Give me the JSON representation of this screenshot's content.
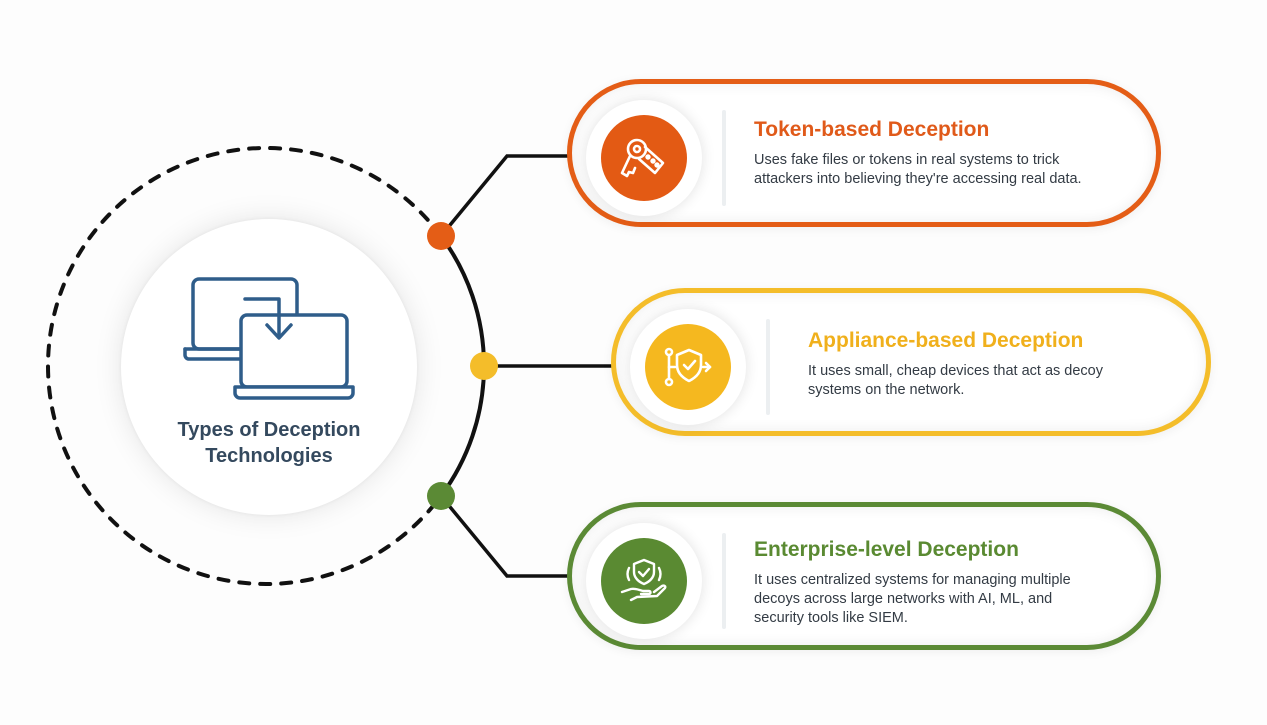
{
  "hub": {
    "title_line1": "Types of Deception",
    "title_line2": "Technologies",
    "icon": "laptop-transfer-icon"
  },
  "colors": {
    "token": "#e45d16",
    "appliance": "#f4bd2a",
    "enterprise": "#5b8a35",
    "hub_text": "#34495e",
    "connector": "#111111"
  },
  "items": [
    {
      "title": "Token-based Deception",
      "description": "Uses fake files or tokens in real systems to trick attackers into believing they're accessing real data.",
      "icon": "key-tag-icon"
    },
    {
      "title": "Appliance-based Deception",
      "description": "It uses small, cheap devices that act as decoy systems on the network.",
      "icon": "shield-network-icon"
    },
    {
      "title": "Enterprise-level Deception",
      "description": "It uses centralized systems for managing multiple decoys across large networks with AI, ML, and security tools like SIEM.",
      "icon": "hand-shield-icon"
    }
  ]
}
